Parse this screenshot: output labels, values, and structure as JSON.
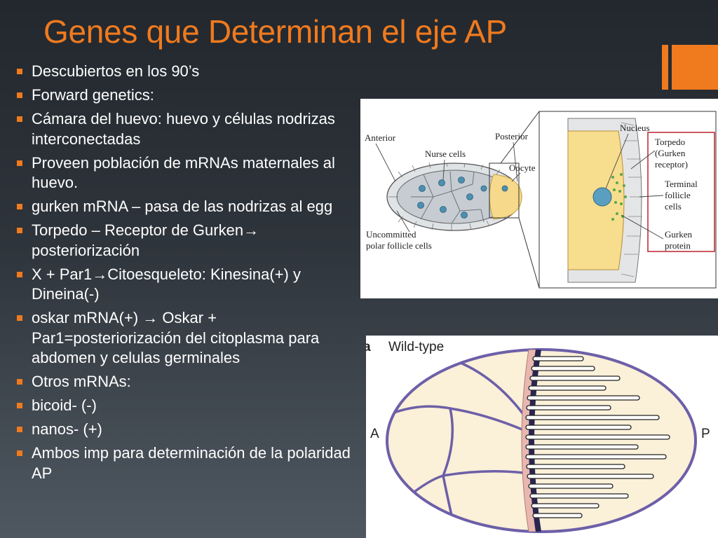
{
  "slide": {
    "title": "Genes que Determinan el eje AP",
    "accent_color": "#f07a1e",
    "bullet_icon": "square-bullet",
    "bullets": [
      "Descubiertos en los 90’s",
      "Forward genetics:",
      "Cámara del huevo: huevo y células nodrizas interconectadas",
      "Proveen población de mRNAs maternales al huevo.",
      "gurken mRNA – pasa de las nodrizas al egg",
      "Torpedo – Receptor de Gurken→ posteriorización",
      "X + Par1→Citoesqueleto: Kinesina(+) y Dineina(-)",
      "oskar mRNA(+) → Oskar + Par1=posteriorización del citoplasma para abdomen y celulas germinales",
      "Otros mRNAs:",
      "bicoid- (-)",
      "nanos- (+)",
      "Ambos imp para determinación de la polaridad AP"
    ]
  },
  "figure_top": {
    "labels": {
      "anterior": "Anterior",
      "posterior": "Posterior",
      "nurse_cells": "Nurse cells",
      "oocyte": "Oocyte",
      "uncommitted_1": "Uncommitted",
      "uncommitted_2": "polar follicle cells",
      "nucleus": "Nucleus",
      "torpedo_1": "Torpedo",
      "torpedo_2": "(Gurken",
      "torpedo_3": "receptor)",
      "terminal_1": "Terminal",
      "terminal_2": "follicle",
      "terminal_3": "cells",
      "gurken_1": "Gurken",
      "gurken_2": "protein"
    }
  },
  "figure_bottom": {
    "panel_letter": "a",
    "title": "Wild-type",
    "left_label": "A",
    "right_label": "P"
  }
}
